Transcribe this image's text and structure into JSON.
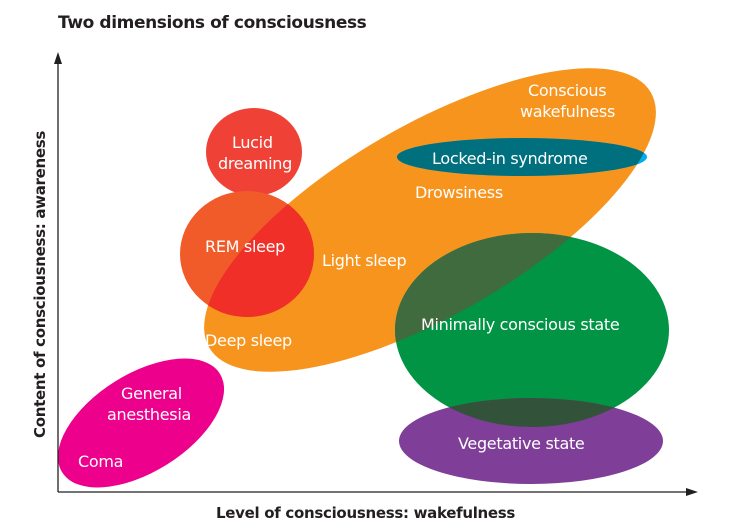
{
  "title": "Two dimensions of consciousness",
  "axes": {
    "x_label": "Level of consciousness: wakefulness",
    "y_label": "Content of consciousness: awareness"
  },
  "regions": [
    {
      "id": "wake-sleep-continuum",
      "labels": [
        "Conscious wakefulness",
        "Drowsiness",
        "Light sleep",
        "Deep sleep"
      ],
      "color": "#f7941d"
    },
    {
      "id": "general-anesthesia-coma",
      "labels": [
        "General anesthesia",
        "Coma"
      ],
      "color": "#ec008c"
    },
    {
      "id": "lucid-dreaming",
      "labels": [
        "Lucid dreaming"
      ],
      "color": "#ef4136"
    },
    {
      "id": "rem-sleep",
      "labels": [
        "REM sleep"
      ],
      "color": "#f15a29"
    },
    {
      "id": "locked-in-syndrome",
      "labels": [
        "Locked-in syndrome"
      ],
      "color": "#00aeef"
    },
    {
      "id": "minimally-conscious-state",
      "labels": [
        "Minimally conscious state"
      ],
      "color": "#009444"
    },
    {
      "id": "vegetative-state",
      "labels": [
        "Vegetative state"
      ],
      "color": "#7f3f98"
    }
  ],
  "overlap_colors": {
    "rem_x_orange": "#ef2f28",
    "pink_x_orange": "#be1e2d",
    "blue_x_orange": "#00707e",
    "green_x_orange": "#3f6b3e",
    "green_x_purple": "#33523a"
  },
  "text": {
    "conscious_line1": "Conscious",
    "conscious_line2": "wakefulness",
    "locked_in": "Locked-in syndrome",
    "drowsiness": "Drowsiness",
    "lucid_line1": "Lucid",
    "lucid_line2": "dreaming",
    "rem": "REM sleep",
    "light_sleep": "Light sleep",
    "deep_sleep": "Deep sleep",
    "mcs": "Minimally conscious state",
    "vegetative": "Vegetative state",
    "anesthesia_line1": "General",
    "anesthesia_line2": "anesthesia",
    "coma": "Coma"
  }
}
